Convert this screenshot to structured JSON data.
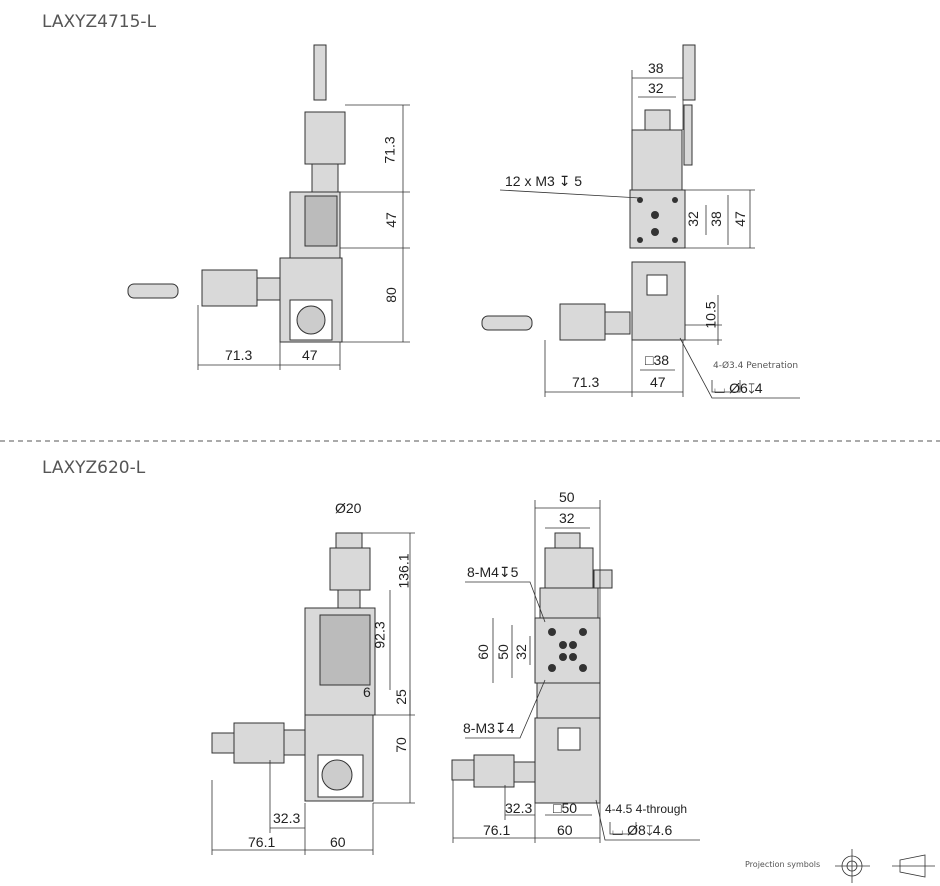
{
  "models": [
    {
      "name": "LAXYZ4715-L",
      "side_view": {
        "dims": [
          "71.3",
          "47",
          "80",
          "71.3",
          "47"
        ]
      },
      "front_view": {
        "top_dims": [
          "38",
          "32"
        ],
        "tap_note": "12 x M3 ↧ 5",
        "right_dims": [
          "32",
          "38",
          "47"
        ],
        "height_dim": "10.5",
        "bottom_square": "□38",
        "bottom_dims": [
          "71.3",
          "47"
        ],
        "hole_note": "4-Ø3.4 Penetration",
        "counterbore": "⌴ Ø6↧4"
      }
    },
    {
      "name": "LAXYZ620-L",
      "side_view": {
        "shaft": "Ø20",
        "dims": [
          "136.1",
          "92.3",
          "6",
          "25",
          "70",
          "32.3",
          "76.1",
          "60"
        ]
      },
      "front_view": {
        "top_dims": [
          "50",
          "32"
        ],
        "tap_note_m4": "8-M4↧5",
        "left_dims": [
          "60",
          "50",
          "32"
        ],
        "tap_note_m3": "8-M3↧4",
        "bottom_dims": [
          "32.3",
          "□50",
          "76.1",
          "60"
        ],
        "hole_note": "4-4.5 4-through",
        "counterbore": "⌴ Ø8↧4.6"
      }
    }
  ],
  "legend": {
    "label": "Projection symbols"
  },
  "colors": {
    "line": "#333333",
    "fill": "#d9d9d9",
    "dark": "#555555"
  }
}
